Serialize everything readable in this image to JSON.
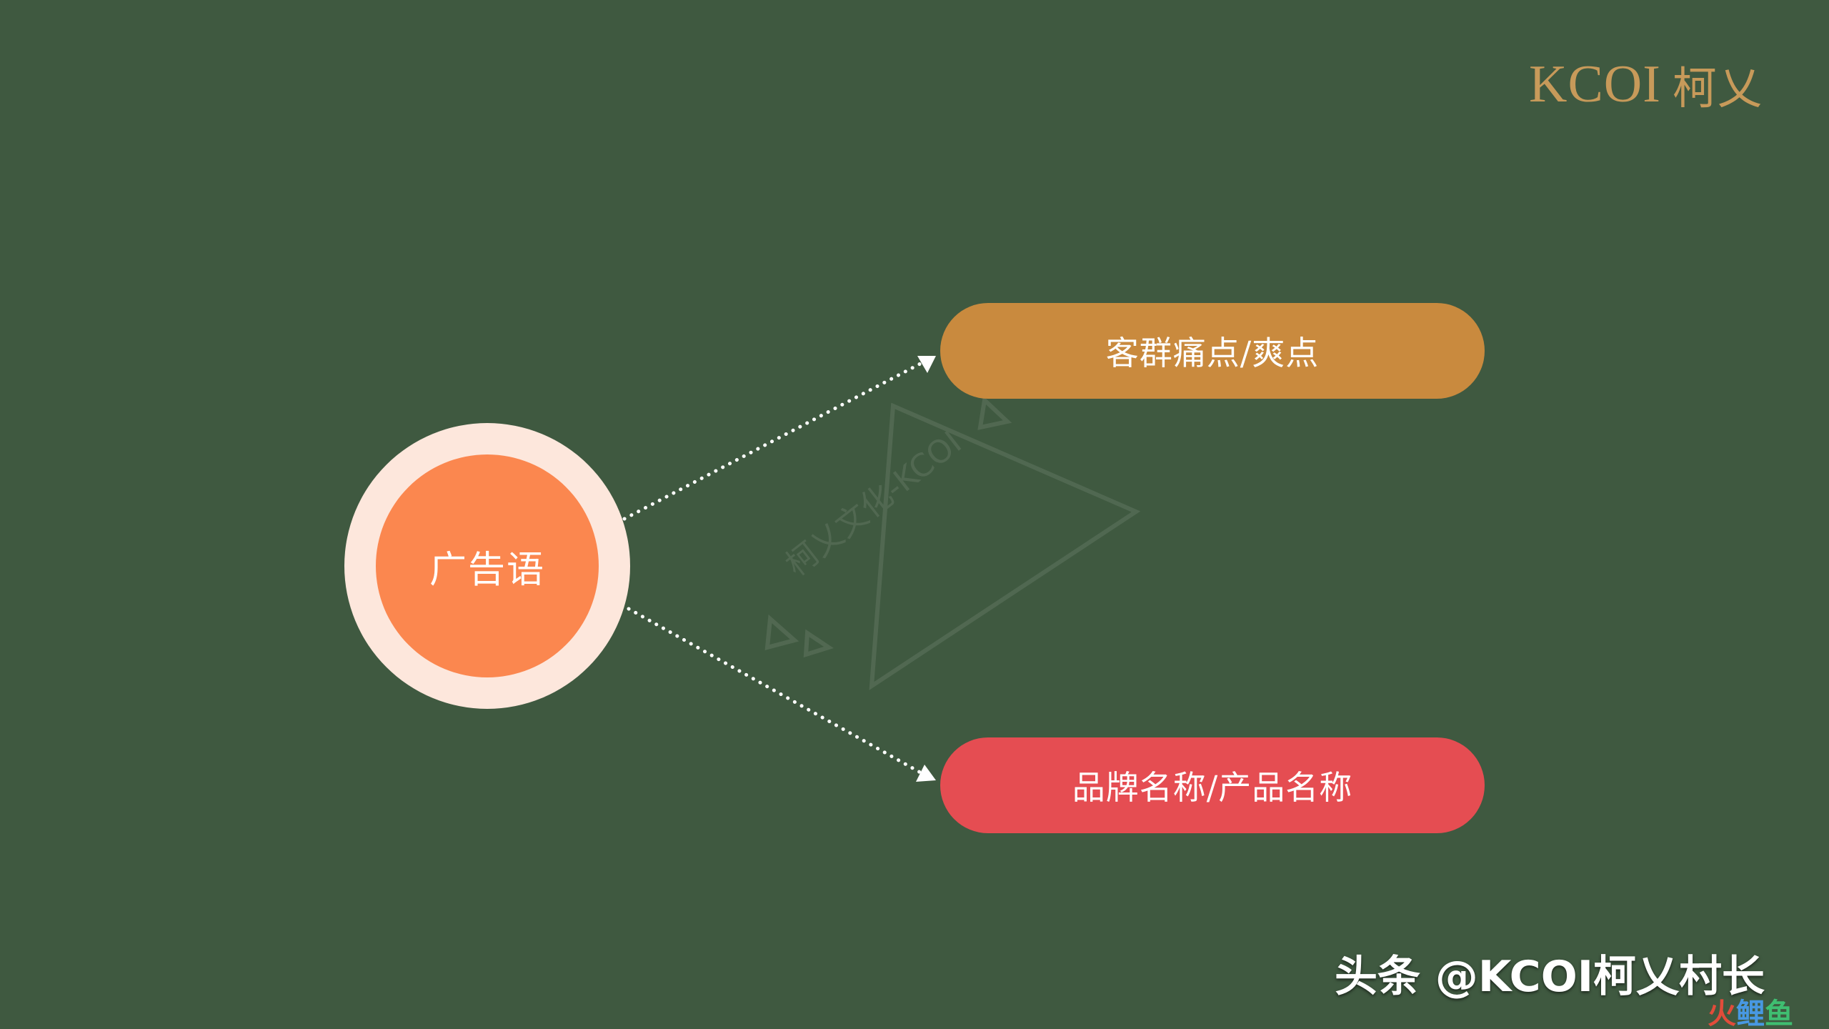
{
  "brand": {
    "logo_latin": "KCOI",
    "logo_chinese": "柯乂"
  },
  "watermark": {
    "text": "柯乂文化-KCOI"
  },
  "diagram": {
    "center_label": "广告语",
    "branches": [
      {
        "label": "客群痛点/爽点",
        "color": "#c98a3e"
      },
      {
        "label": "品牌名称/产品名称",
        "color": "#e54d52"
      }
    ],
    "connector_style": "dotted-arrow",
    "colors": {
      "background": "#3f5940",
      "circle_inner": "#fb874f",
      "circle_outer": "#fde7dc",
      "logo": "#c79a5a",
      "connector": "#ffffff"
    }
  },
  "footer": {
    "credit": "头条 @KCOI柯乂村长",
    "corner_mark": [
      "火",
      "鲤",
      "鱼"
    ]
  }
}
